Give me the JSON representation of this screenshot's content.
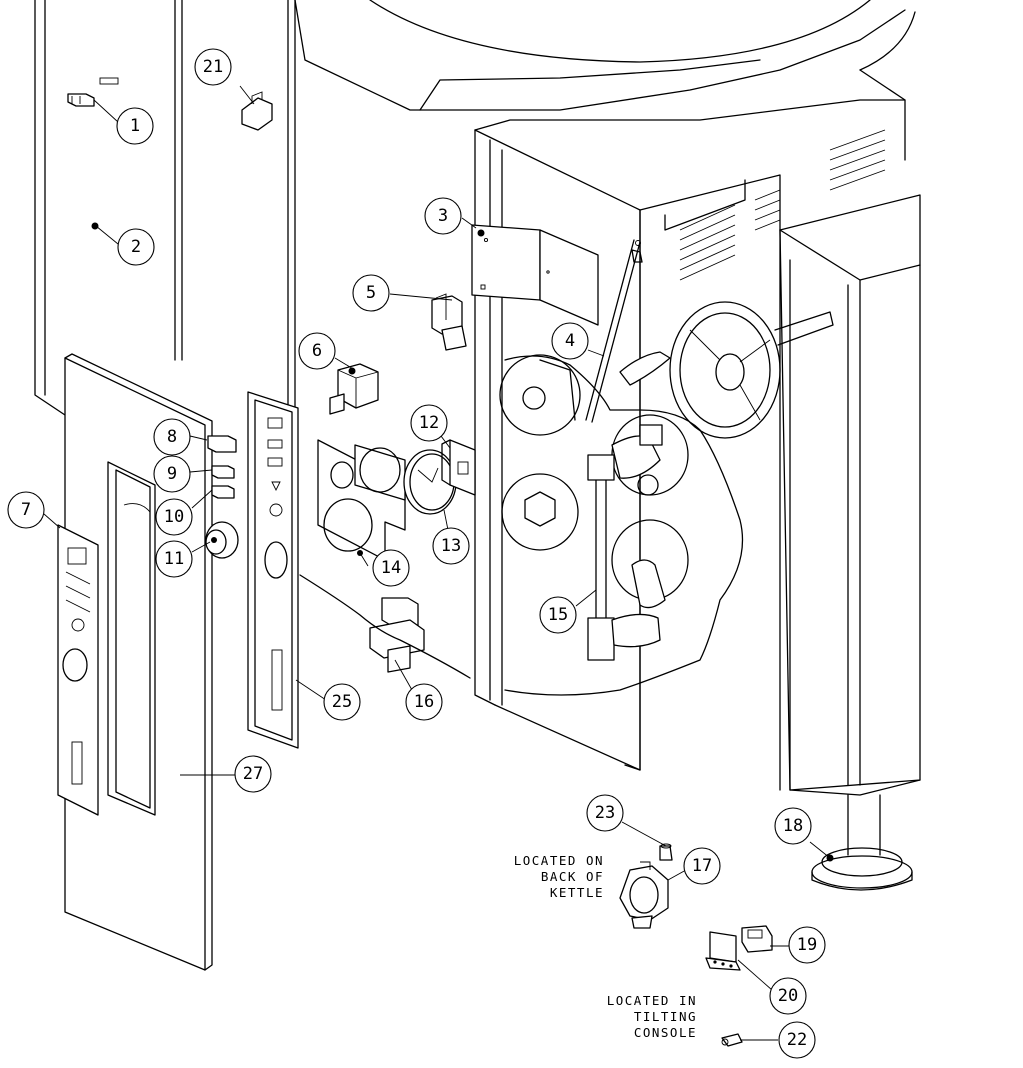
{
  "diagram": {
    "callouts": [
      {
        "id": "c1",
        "number": "1"
      },
      {
        "id": "c2",
        "number": "2"
      },
      {
        "id": "c3",
        "number": "3"
      },
      {
        "id": "c4",
        "number": "4"
      },
      {
        "id": "c5",
        "number": "5"
      },
      {
        "id": "c6",
        "number": "6"
      },
      {
        "id": "c7",
        "number": "7"
      },
      {
        "id": "c8",
        "number": "8"
      },
      {
        "id": "c9",
        "number": "9"
      },
      {
        "id": "c10",
        "number": "10"
      },
      {
        "id": "c11",
        "number": "11"
      },
      {
        "id": "c12",
        "number": "12"
      },
      {
        "id": "c13",
        "number": "13"
      },
      {
        "id": "c14",
        "number": "14"
      },
      {
        "id": "c15",
        "number": "15"
      },
      {
        "id": "c16",
        "number": "16"
      },
      {
        "id": "c17",
        "number": "17"
      },
      {
        "id": "c18",
        "number": "18"
      },
      {
        "id": "c19",
        "number": "19"
      },
      {
        "id": "c20",
        "number": "20"
      },
      {
        "id": "c21",
        "number": "21"
      },
      {
        "id": "c22",
        "number": "22"
      },
      {
        "id": "c23",
        "number": "23"
      },
      {
        "id": "c25",
        "number": "25"
      },
      {
        "id": "c27",
        "number": "27"
      }
    ],
    "notes": {
      "back_of_kettle": [
        "LOCATED ON",
        "BACK OF",
        "KETTLE"
      ],
      "tilting_console": [
        "LOCATED IN",
        "TILTING",
        "CONSOLE"
      ]
    },
    "colors": {
      "line": "#000000",
      "background": "#ffffff"
    }
  }
}
